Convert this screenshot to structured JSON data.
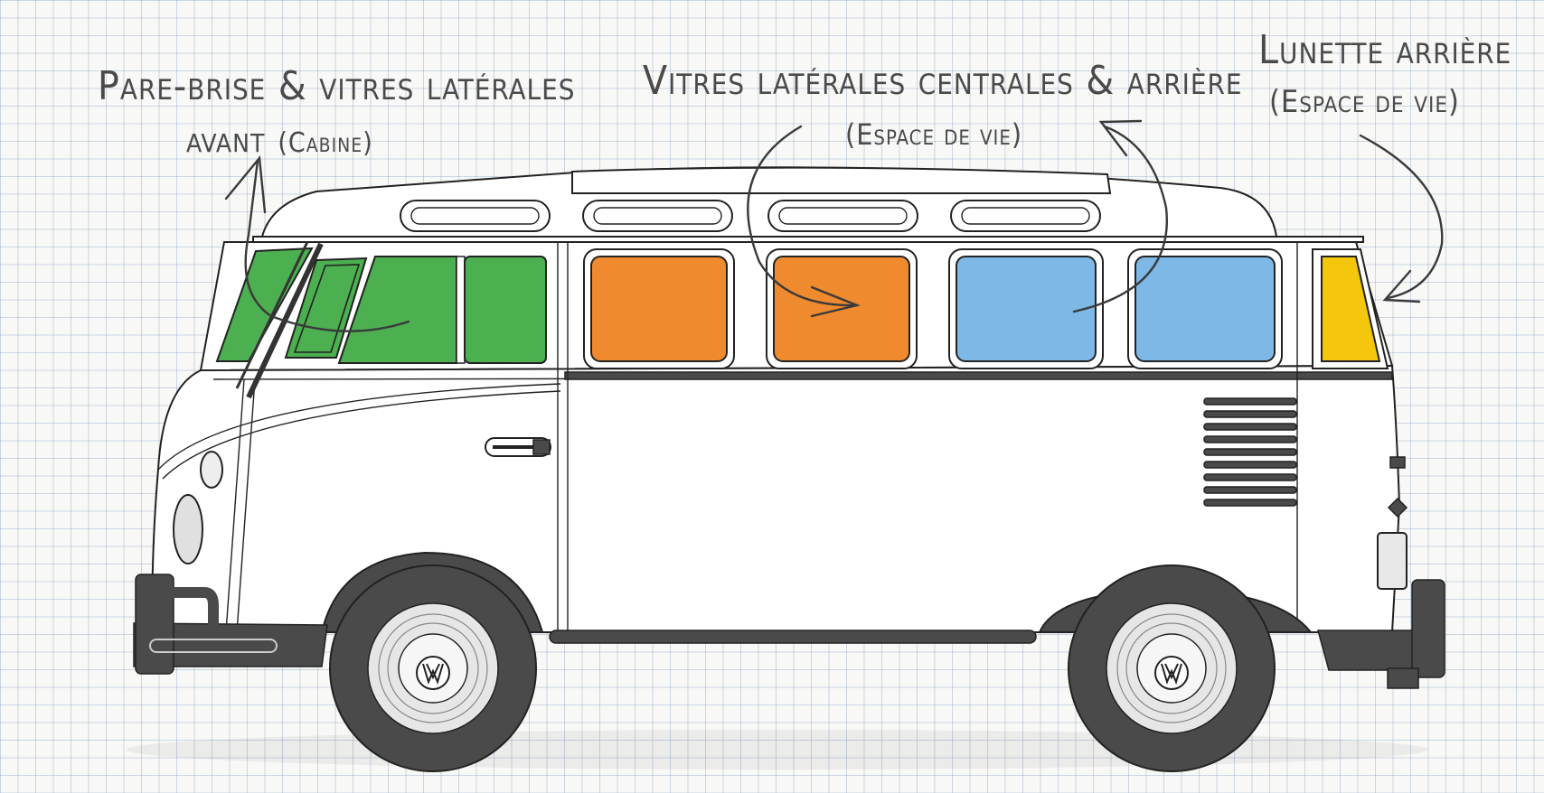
{
  "labels": {
    "front": {
      "line1": "Pare-brise & vitres latérales",
      "line2_main": "avant",
      "line2_sub": "(Cabine)"
    },
    "middle": {
      "line1": "Vitres latérales centrales & arrière",
      "line2": "(Espace de vie)"
    },
    "rear": {
      "line1": "Lunette arrière",
      "line2": "(Espace de vie)"
    }
  },
  "colors": {
    "front_windows": "#4caf50",
    "middle_windows": "#ef8a2e",
    "rear_side_windows": "#7db8e6",
    "rear_window": "#f4c70d"
  },
  "icons": {
    "hubcap": "vw-logo-icon"
  }
}
